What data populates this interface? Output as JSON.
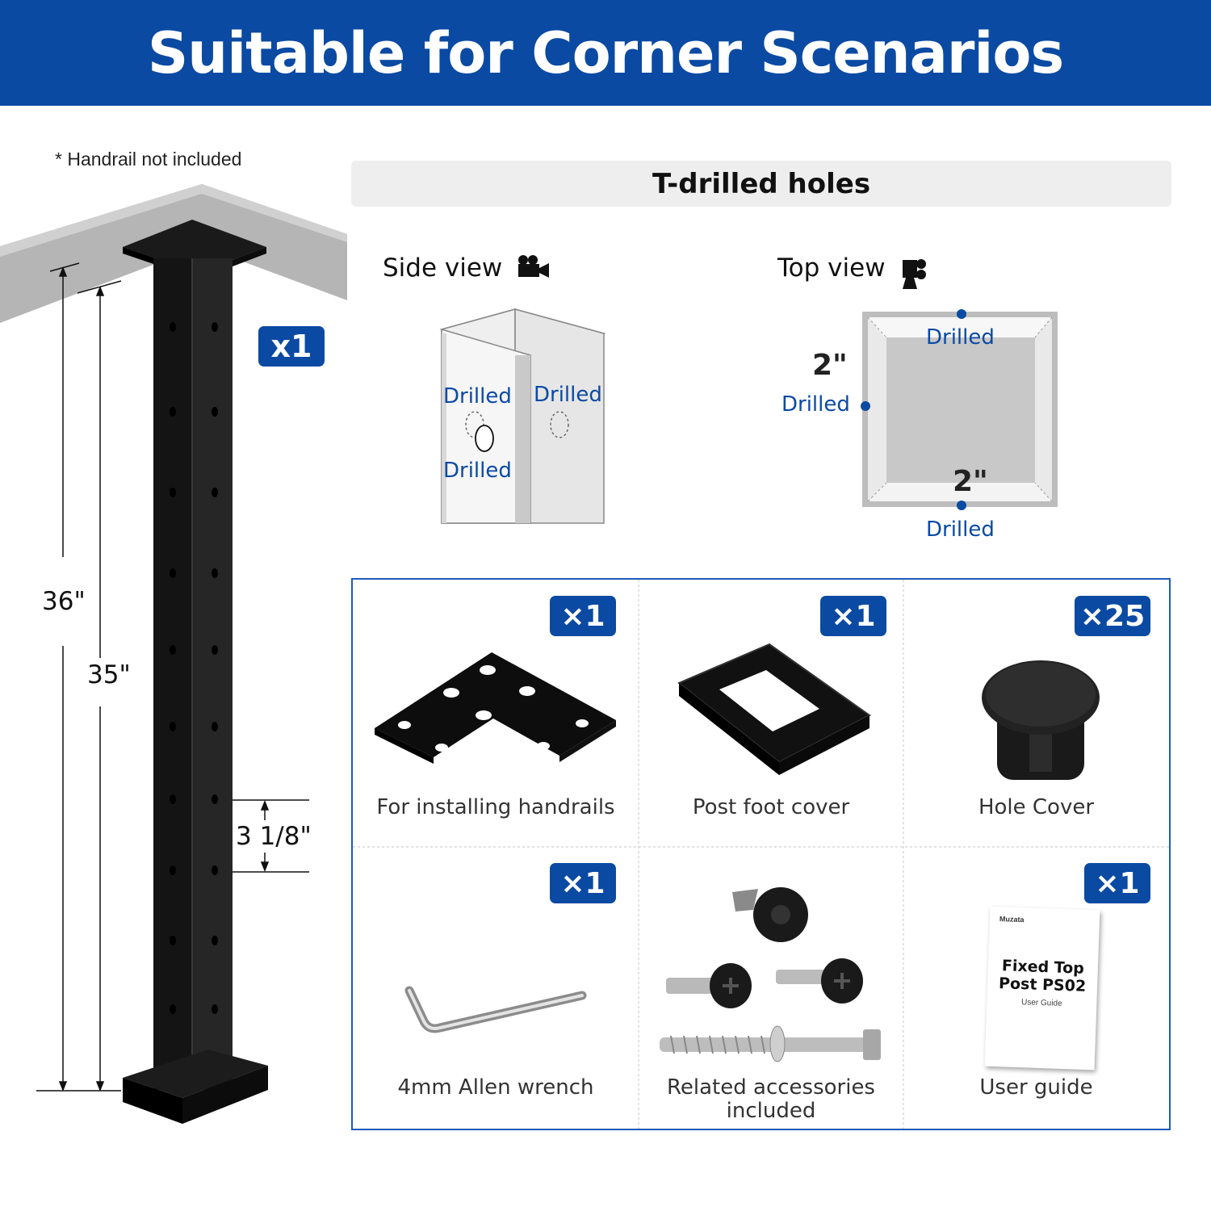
{
  "header": {
    "title": "Suitable for Corner Scenarios"
  },
  "note": "* Handrail not included",
  "post": {
    "quantity": "x1",
    "dim_36": "36\"",
    "dim_35": "35\"",
    "dim_spacing": "3 1/8\""
  },
  "holes": {
    "title": "T-drilled holes",
    "side_view": {
      "label": "Side view",
      "icon": "camera-icon",
      "drilled_1": "Drilled",
      "drilled_2": "Drilled",
      "drilled_3": "Drilled"
    },
    "top_view": {
      "label": "Top view",
      "icon": "overhead-camera-icon",
      "drilled_top": "Drilled",
      "drilled_left": "Drilled",
      "drilled_bottom": "Drilled",
      "dim_vertical": "2\"",
      "dim_horizontal": "2\""
    }
  },
  "accessories": [
    {
      "quantity": "×1",
      "caption": "For installing handrails"
    },
    {
      "quantity": "×1",
      "caption": "Post foot cover"
    },
    {
      "quantity": "×25",
      "caption": "Hole Cover"
    },
    {
      "quantity": "×1",
      "caption": "4mm Allen wrench"
    },
    {
      "quantity": "",
      "caption": "Related accessories included"
    },
    {
      "quantity": "×1",
      "caption": "User guide"
    }
  ],
  "user_guide": {
    "brand": "Muzata",
    "title_line1": "Fixed Top",
    "title_line2": "Post PS02",
    "subtitle": "User Guide"
  },
  "colors": {
    "brand_blue": "#0b4aa3",
    "post_black": "#111111"
  }
}
